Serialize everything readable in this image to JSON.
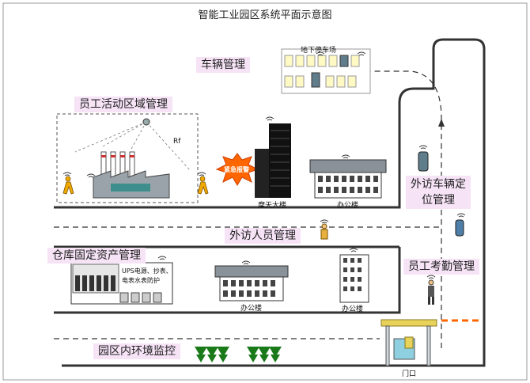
{
  "title": "智能工业园区系统平面示意图",
  "labels": {
    "vehicle_mgmt": "车辆管理",
    "staff_activity": "员工活动区域管理",
    "visitor_vehicle_line1": "外访车辆定",
    "visitor_vehicle_line2": "位管理",
    "visitor_staff": "外访人员管理",
    "warehouse_assets": "仓库固定资产管理",
    "staff_attendance": "员工考勤管理",
    "environment_monitor": "园区内环境监控"
  },
  "captions": {
    "parking": "地下停车场",
    "skyscraper": "摩天大楼",
    "office_1": "办公楼",
    "office_2": "办公楼",
    "office_3": "办公楼",
    "gate": "门口",
    "rf": "Rf",
    "alarm": "紧急报警",
    "warehouse_note_1": "UPS电源、抄表、",
    "warehouse_note_2": "电表水表防护"
  },
  "colors": {
    "road": "#333333",
    "label_bg": "#f6e3f6",
    "alarm": "#ff6600",
    "tree": "#1a7a1a",
    "gate_roof": "#e8d25a"
  }
}
